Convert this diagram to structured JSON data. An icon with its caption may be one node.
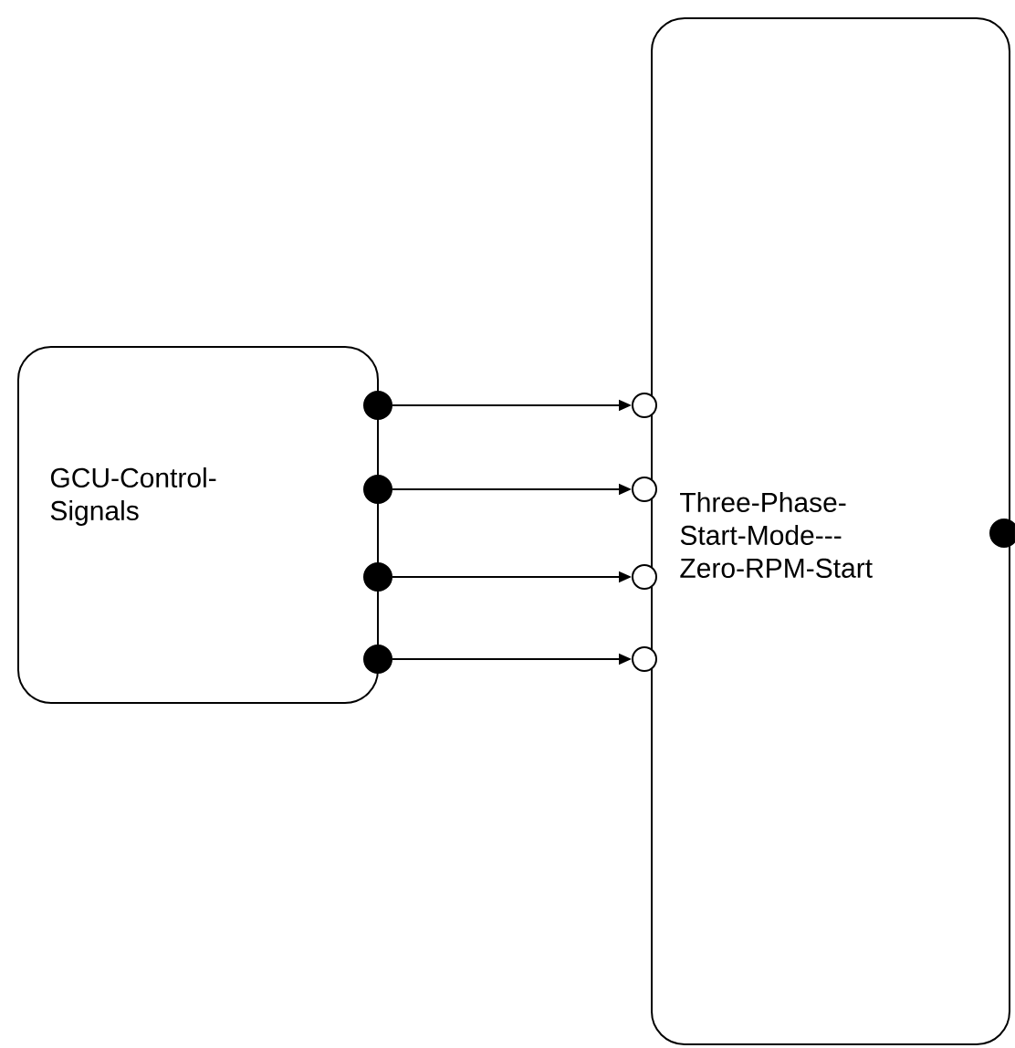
{
  "diagram": {
    "nodes": [
      {
        "text": [
          "GCU-Control-Signals"
        ]
      },
      {
        "text": [
          "Three-Phase-Start-Mode---Zero-RPM-Start"
        ]
      },
      {
        "text": [],
        "shape": "dot"
      },
      {
        "text": [],
        "shape": "dot"
      },
      {
        "text": [],
        "shape": "dot"
      },
      {
        "text": [],
        "shape": "dot"
      },
      {
        "text": [],
        "shape": "circle"
      },
      {
        "text": [],
        "shape": "circle"
      },
      {
        "text": [],
        "shape": "circle"
      },
      {
        "text": [],
        "shape": "circle"
      },
      {
        "text": [],
        "shape": "dot"
      }
    ],
    "edges": [
      {
        "from": 2,
        "to": 6,
        "arrow": "to"
      },
      {
        "from": 3,
        "to": 7,
        "arrow": "to"
      },
      {
        "from": 4,
        "to": 8,
        "arrow": "to"
      },
      {
        "from": 5,
        "to": 9,
        "arrow": "to"
      }
    ]
  }
}
